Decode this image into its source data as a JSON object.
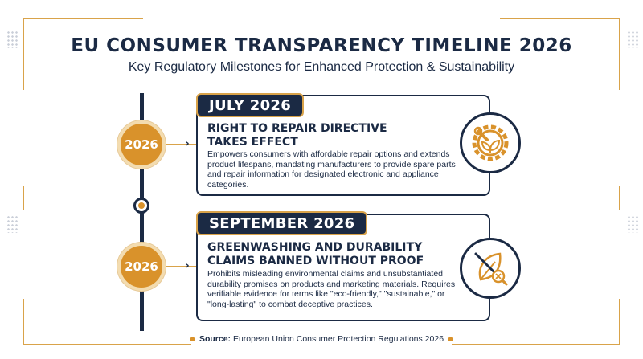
{
  "header": {
    "title": "EU CONSUMER TRANSPARENCY TIMELINE 2026",
    "subtitle": "Key Regulatory Milestones for Enhanced Protection & Sustainability"
  },
  "milestones": [
    {
      "year_badge": "2026",
      "date": "JULY 2026",
      "title_line1": "RIGHT TO REPAIR DIRECTIVE",
      "title_line2": "TAKES EFFECT",
      "description": "Empowers consumers with affordable repair options and extends product lifespans, mandating manufacturers to provide spare parts and repair information for designated electronic and appliance categories.",
      "icon": "gear-wrench-leaf-icon"
    },
    {
      "year_badge": "2026",
      "date": "SEPTEMBER 2026",
      "title_line1": "GREENWASHING AND DURABILITY",
      "title_line2": "CLAIMS BANNED WITHOUT PROOF",
      "description": "Prohibits misleading environmental claims and unsubstantiated durability promises on products and marketing materials. Requires verifiable evidence for terms like \"eco-friendly,\" \"sustainable,\" or \"long-lasting\" to combat deceptive practices.",
      "icon": "crossed-leaf-magnifier-icon"
    }
  ],
  "footer": {
    "source_label": "Source:",
    "source_text": "European Union Consumer Protection Regulations 2026"
  },
  "colors": {
    "navy": "#1b2a44",
    "gold": "#d9922b",
    "accent_line": "#d9a34a"
  }
}
